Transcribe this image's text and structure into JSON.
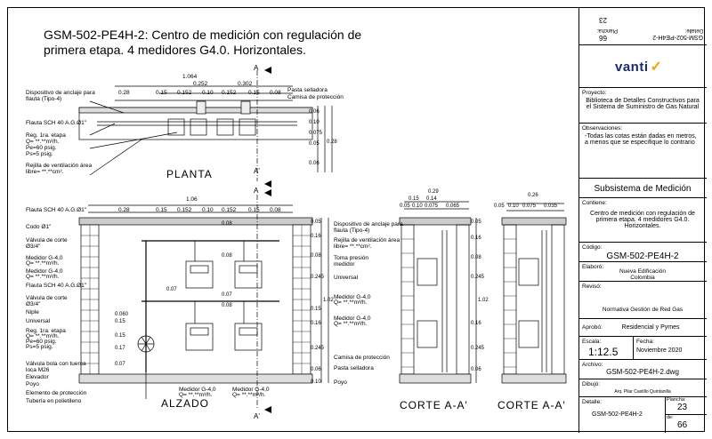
{
  "sheet": {
    "title": "GSM-502-PE4H-2: Centro de medición con regulación de primera etapa.  4 medidores G4.0. Horizontales.",
    "views": {
      "planta": "PLANTA",
      "alzado": "ALZADO",
      "corte1": "CORTE A-A'",
      "corte2": "CORTE A-A'"
    },
    "section_marks": {
      "a": "A",
      "a_prime": "A'"
    }
  },
  "planta": {
    "dims_top": [
      "1.064",
      "0.252",
      "0.302"
    ],
    "dims_row": [
      "0.28",
      "0.15",
      "0.152",
      "0.10",
      "0.152",
      "0.15",
      "0.08"
    ],
    "labels": {
      "anclaje": "Dispositivo de anclaje para flauta (Tipo-4)",
      "flauta": "Flauta SCH 40 A.G.Ø1\"",
      "reg": "Reg. 1ra. etapa",
      "q": "Q=  **.**m³/h.",
      "pe": "Pe=60 psig.",
      "ps": "Ps=5 psig.",
      "rejilla": "Rejilla de ventilación área libre=  **.**cm².",
      "pasta": "Pasta selladora",
      "camisa": "Camisa de protección"
    },
    "side_dims": [
      "0.06",
      "0.10",
      "0.075",
      "0.28",
      "0.05",
      "0.06"
    ]
  },
  "alzado": {
    "dim_total": "1.06",
    "dims_row": [
      "0.28",
      "0.15",
      "0.152",
      "0.10",
      "0.152",
      "0.15",
      "0.08"
    ],
    "labels": {
      "flauta": "Flauta SCH 40 A.G.Ø1\"",
      "codo": "Codo Ø1\"",
      "valvula": "Válvula de corte Ø3/4\"",
      "medidor1": "Medidor G-4,0",
      "q1": "Q=  **.**m³/h.",
      "medidor2": "Medidor G-4,0",
      "q2": "Q=  **.**m³/h.",
      "flauta2": "Flauta SCH 40 A.G.Ø1\"",
      "valvula2": "Válvula de corte Ø3/4\"",
      "niple": "Niple",
      "universal": "Universal",
      "reg": "Reg. 1ra. etapa",
      "q": "Q=  **.**m³/h.",
      "pe": "Pe=60 psig.",
      "ps": "Ps=5 psig.",
      "valvula_bola": "Válvula bola con tuerca loca M26",
      "elevador": "Elevador",
      "poyo": "Poyo",
      "elemento": "Elemento de protección",
      "tuberia": "Tubería en polietileno",
      "medidor_b1": "Medidor G-4,0",
      "qb1": "Q=  **.**m³/h.",
      "medidor_b2": "Medidor G-4,0",
      "qb2": "Q=  **.**m³/h."
    },
    "inner_dims": [
      "0.08",
      "0.08",
      "0.07",
      "0.08",
      "0.060",
      "0.15",
      "0.15",
      "0.17",
      "0.07",
      "0.07"
    ],
    "right_dims": [
      "0.05",
      "0.16",
      "0.08",
      "0.245",
      "1.02",
      "0.15",
      "0.16",
      "0.245",
      "0.06",
      "0.10"
    ],
    "right_labels": {
      "anclaje": "Dispositivo de anclaje para flauta (Tipo-4)",
      "rejilla": "Rejilla de ventilación área libre=  **.**cm².",
      "toma": "Toma presión medidor",
      "universal": "Universal",
      "medidor1": "Medidor G-4,0",
      "q1": "Q=  **.**m³/h.",
      "medidor2": "Medidor G-4,0",
      "q2": "Q=  **.**m³/h.",
      "camisa": "Camisa de protección",
      "pasta": "Pasta selladora",
      "poyo": "Poyo"
    }
  },
  "corte1": {
    "dims": [
      "0.29",
      "0.15",
      "0.14",
      "0.05",
      "0.10",
      "0.075",
      "0.065"
    ],
    "right_dims": [
      "0.05",
      "0.16",
      "0.08",
      "0.245",
      "1.02",
      "0.16",
      "0.245",
      "0.06"
    ]
  },
  "corte2": {
    "dims": [
      "0.26",
      "0.05",
      "0.10",
      "0.075",
      "0.035"
    ]
  },
  "title_block": {
    "top_code": "GSM-502-PE4H-2",
    "top_detalle": "Detalle:",
    "top_plancha": "Plancha:",
    "top_num1": "66",
    "top_num2": "23",
    "logo": "vanti",
    "proyecto_k": "Proyecto:",
    "proyecto_v": "Biblioteca de Detalles Constructivos para el Sistema de Suministro de Gas Natural",
    "obs_k": "Observaciones:",
    "obs_v": "-Todas las cotas están dadas en metros, a menos que se especifique lo contrario",
    "subsistema": "Subsistema de Medición",
    "contiene_k": "Contiene:",
    "contiene_v": "Centro de medición con regulación de primera etapa. 4 medidores G4.0. Horizontales.",
    "codigo_k": "Código:",
    "codigo_v": "GSM-502-PE4H-2",
    "elaboro_k": "Elaboró:",
    "elaboro_v": "Nueva Edificación Colombia",
    "reviso_k": "Revisó:",
    "reviso_v": "Normativa Gestión de Red Gas",
    "aprobo_k": "Aprobó:",
    "aprobo_v": "Residencial y Pymes",
    "escala_k": "Escala:",
    "escala_v": "1:12.5",
    "fecha_k": "Fecha:",
    "fecha_v": "Noviembre 2020",
    "archivo_k": "Archivo:",
    "archivo_v": "GSM-502-PE4H-2.dwg",
    "dibujo_k": "Dibujó:",
    "dibujo_v": "Arq. Pilar Castillo Quintanilla",
    "detalle_k": "Detalle:",
    "detalle_v": "GSM-502-PE4H-2",
    "plancha_k": "Plancha:",
    "plancha_v": "23",
    "de_k": "de:",
    "de_v": "66"
  }
}
